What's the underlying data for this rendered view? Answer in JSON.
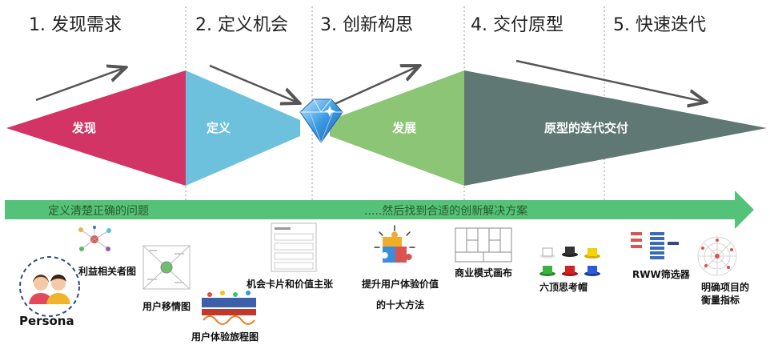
{
  "stages": [
    {
      "title": "1. 发现需求"
    },
    {
      "title": "2. 定义机会"
    },
    {
      "title": "3. 创新构思"
    },
    {
      "title": "4. 交付原型"
    },
    {
      "title": "5. 快速迭代"
    }
  ],
  "shapes": [
    {
      "label": "发现",
      "color": "#d23466"
    },
    {
      "label": "定义",
      "color": "#6ec1dd"
    },
    {
      "label": "发展",
      "color": "#8dc576"
    },
    {
      "label": "原型的迭代交付",
      "color": "#607873"
    }
  ],
  "banner": {
    "left_text": "定义清楚正确的问题",
    "right_text": ".....然后找到合适的创新解决方案",
    "color": "#55c27a"
  },
  "tools": {
    "persona": "Persona",
    "stakeholder_map": "利益相关者图",
    "empathy_map": "用户移情图",
    "journey_map": "用户体验旅程图",
    "opportunity_card": "机会卡片和价值主张",
    "ux_methods_line1": "提升用户体验价值",
    "ux_methods_line2": "的十大方法",
    "business_model_canvas": "商业模式画布",
    "six_hats": "六顶思考帽",
    "rww_filter": "RWW筛选器",
    "metrics_line1": "明确项目的",
    "metrics_line2": "衡量指标"
  }
}
